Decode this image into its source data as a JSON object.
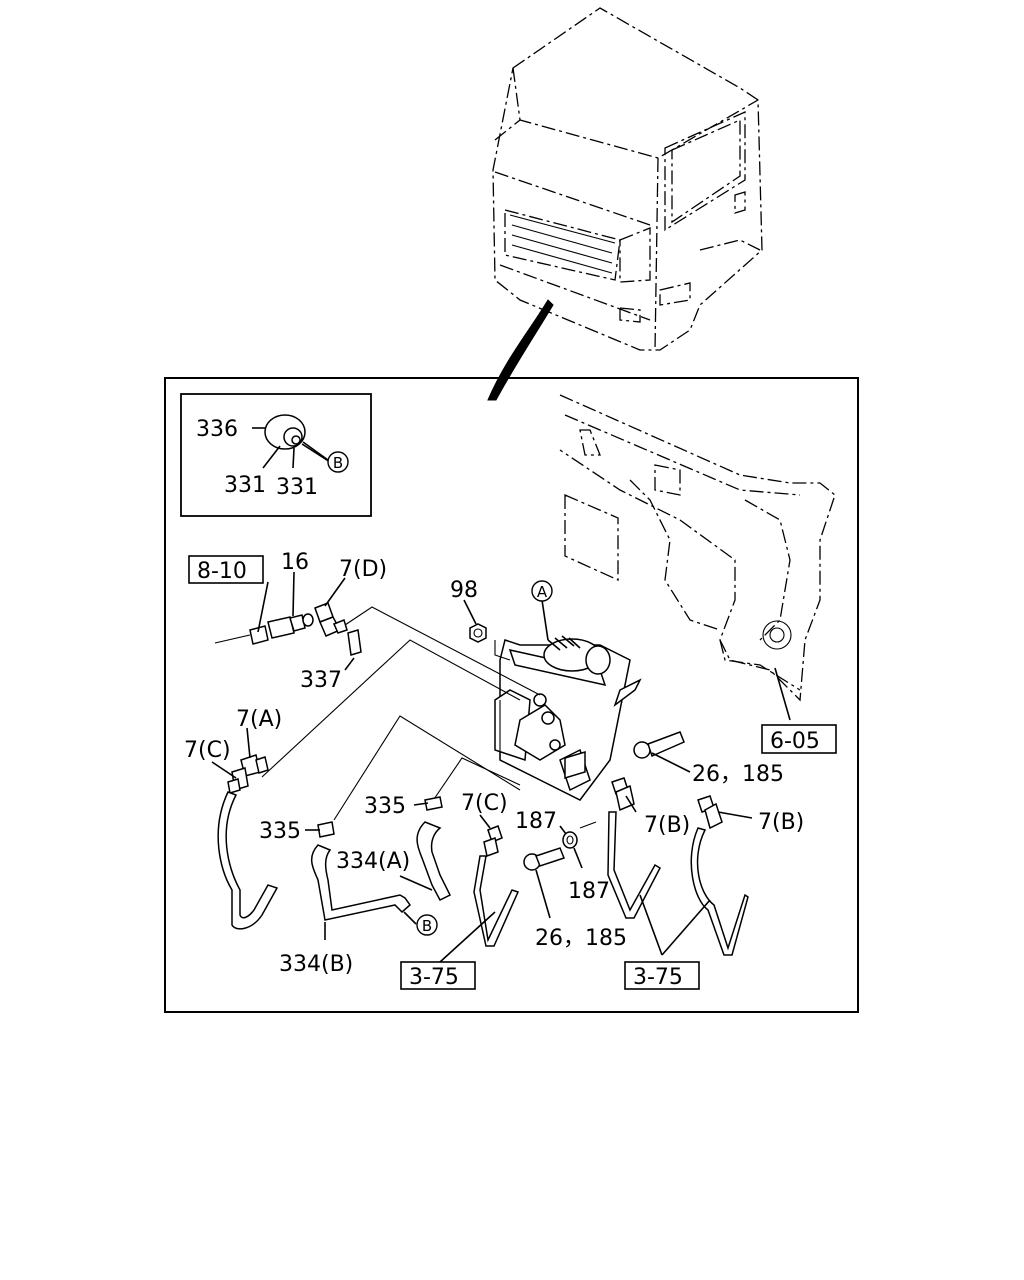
{
  "parts": {
    "p336": "336",
    "p331a": "331",
    "p331b": "331",
    "p16": "16",
    "p7d": "7(D)",
    "p337": "337",
    "p7a": "7(A)",
    "p7c_left": "7(C)",
    "p98": "98",
    "p335_mid": "335",
    "p335_left": "335",
    "p7c_mid": "7(C)",
    "p334a": "334(A)",
    "p334b": "334(B)",
    "p187_top": "187",
    "p187_bottom": "187",
    "p26_185_right": "26，185",
    "p26_185_bottom": "26，185",
    "p7b_mid": "7(B)",
    "p7b_right": "7(B)"
  },
  "refs": {
    "r810": "8-10",
    "r605": "6-05",
    "r375_left": "3-75",
    "r375_right": "3-75"
  },
  "callouts": {
    "a_top": "A",
    "b_inset": "B",
    "b_hose": "B"
  }
}
